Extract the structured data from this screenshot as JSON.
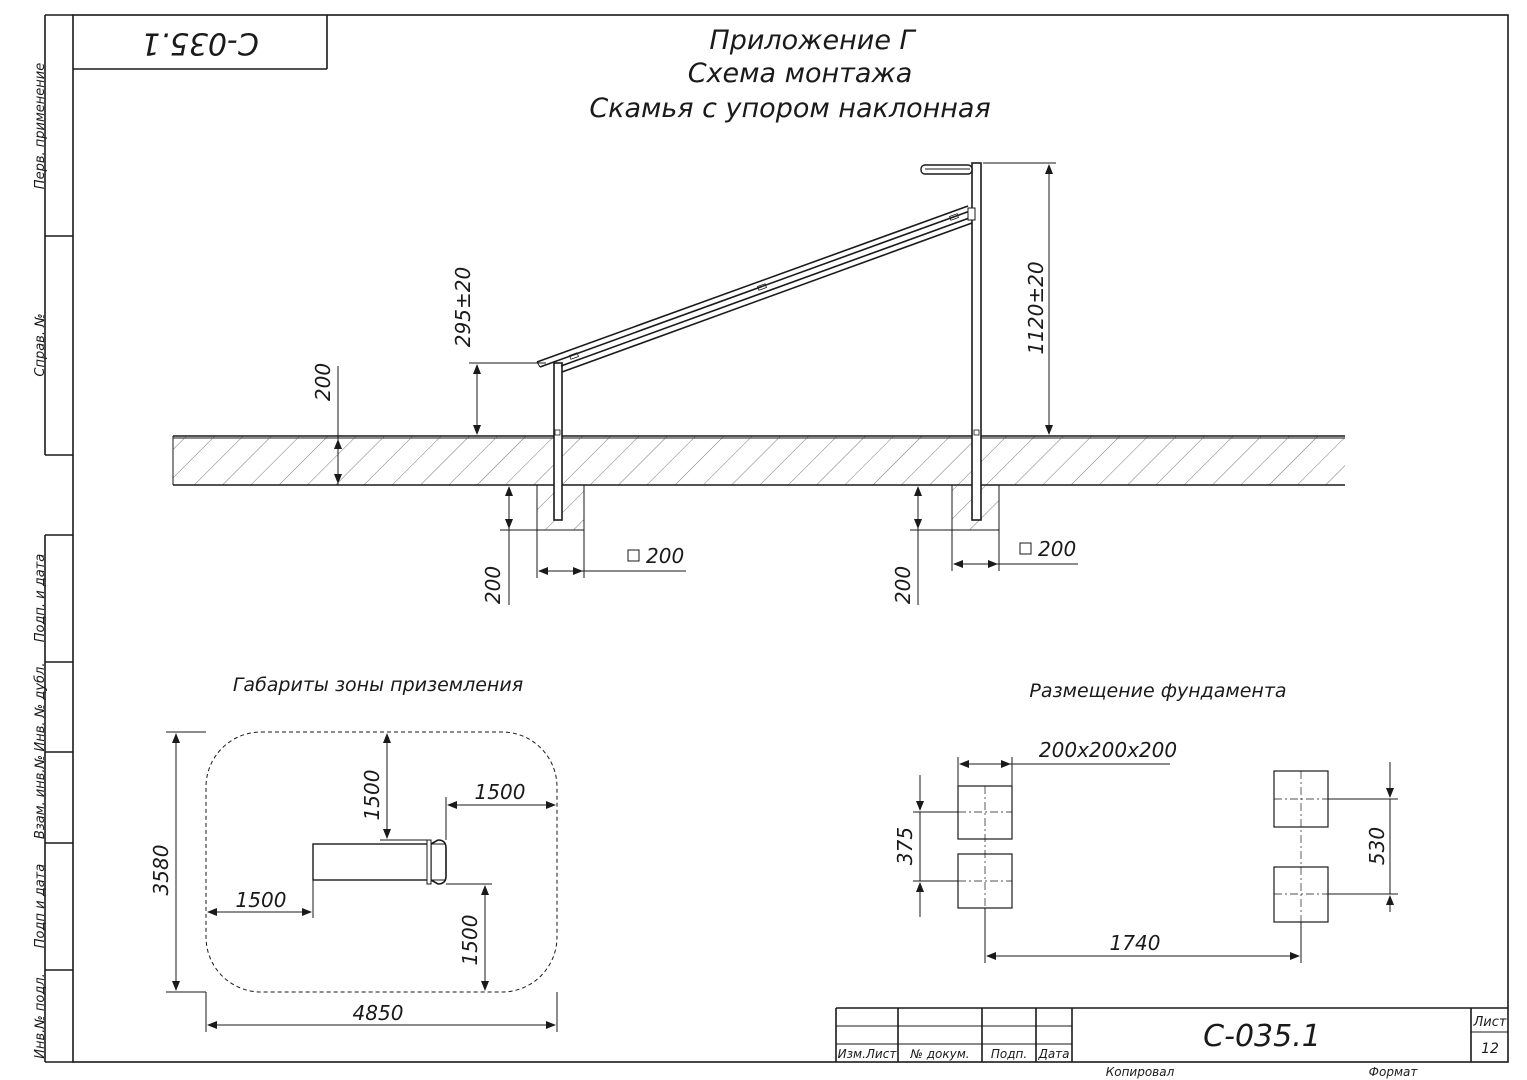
{
  "title": {
    "line1": "Приложение Г",
    "line2": "Схема монтажа",
    "line3": "Скамья с упором наклонная"
  },
  "doc_code": "С-035.1",
  "doc_code_rotated": "С-035.1",
  "side_stamp": [
    "Перв. применение",
    "Справ. №",
    "Подп. и дата",
    "Инв. № дубл.",
    "Взам. инв.№",
    "Подп и дата",
    "Инв.№ подл."
  ],
  "elevation": {
    "dim_seat_height": "295±20",
    "dim_top_height": "1120±20",
    "dim_soil": "200",
    "dim_depth_left": "200",
    "dim_depth_right": "200",
    "dim_pit_left": "200",
    "dim_pit_right": "200"
  },
  "landing_zone": {
    "title": "Габариты зоны приземления",
    "dim_height": "3580",
    "dim_width": "4850",
    "dim_left": "1500",
    "dim_right": "1500",
    "dim_top": "1500",
    "dim_bottom": "1500"
  },
  "foundation": {
    "title": "Размещение фундамента",
    "block_size": "200x200x200",
    "dim_left_spacing": "375",
    "dim_right_spacing": "530",
    "dim_distance": "1740"
  },
  "title_block": {
    "col_izm_list": "Изм.Лист",
    "col_doc_no": "№ докум.",
    "col_podp": "Подп.",
    "col_data": "Дата",
    "code": "С-035.1",
    "sheet_label": "Лист",
    "sheet_no": "12",
    "copied": "Копировал",
    "format": "Формат"
  }
}
